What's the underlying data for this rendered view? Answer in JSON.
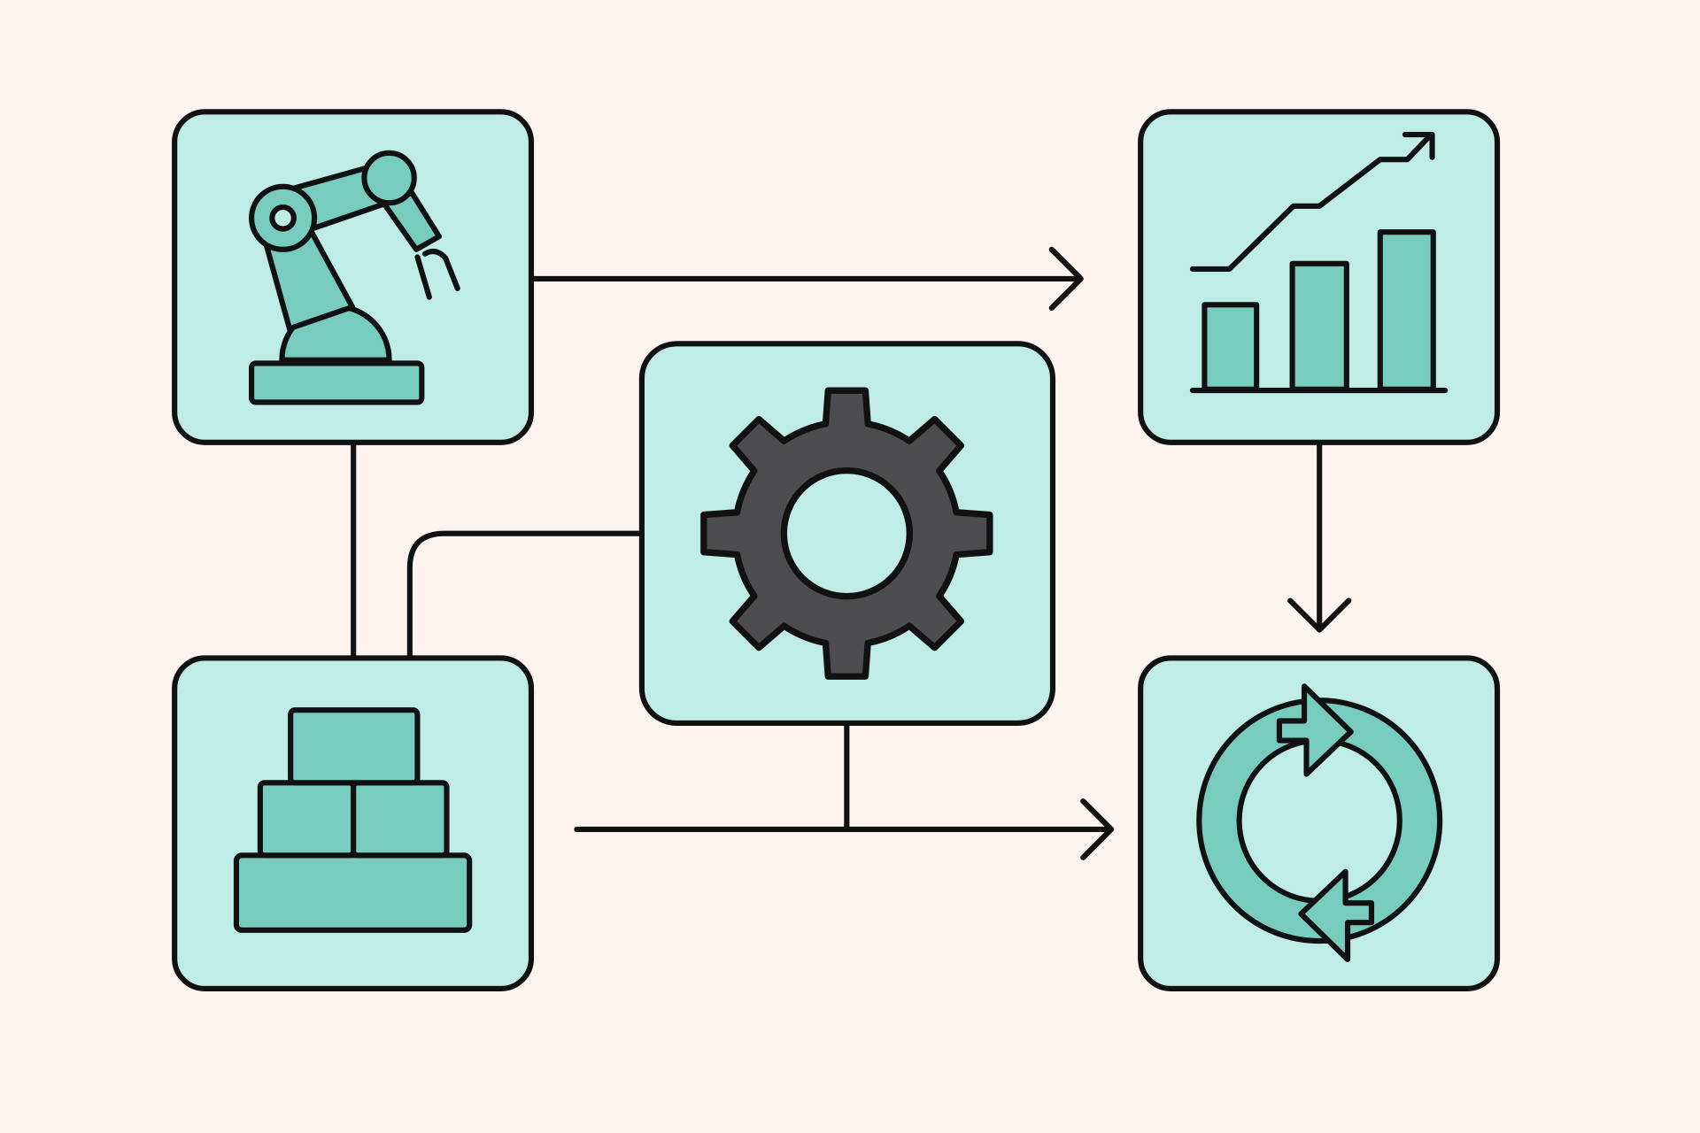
{
  "colors": {
    "background": "#FDF4EF",
    "card_fill": "#BFEDE6",
    "icon_fill": "#77CCBE",
    "gear_fill": "#4D4D4F",
    "stroke": "#111111"
  },
  "nodes": [
    {
      "id": "automation",
      "icon": "robot-arm-icon"
    },
    {
      "id": "analytics",
      "icon": "growth-chart-icon"
    },
    {
      "id": "settings",
      "icon": "gear-icon"
    },
    {
      "id": "inventory",
      "icon": "stacked-blocks-icon"
    },
    {
      "id": "sync",
      "icon": "refresh-cycle-icon"
    }
  ],
  "connections": [
    {
      "from": "automation",
      "to": "analytics",
      "arrow": true
    },
    {
      "from": "analytics",
      "to": "sync",
      "arrow": true
    },
    {
      "from": "inventory",
      "to": "sync",
      "arrow": true
    },
    {
      "from": "settings",
      "to": "sync-arrow",
      "arrow": false
    },
    {
      "from": "automation",
      "to": "inventory",
      "arrow": false
    },
    {
      "from": "settings",
      "to": "inventory",
      "arrow": false
    }
  ]
}
